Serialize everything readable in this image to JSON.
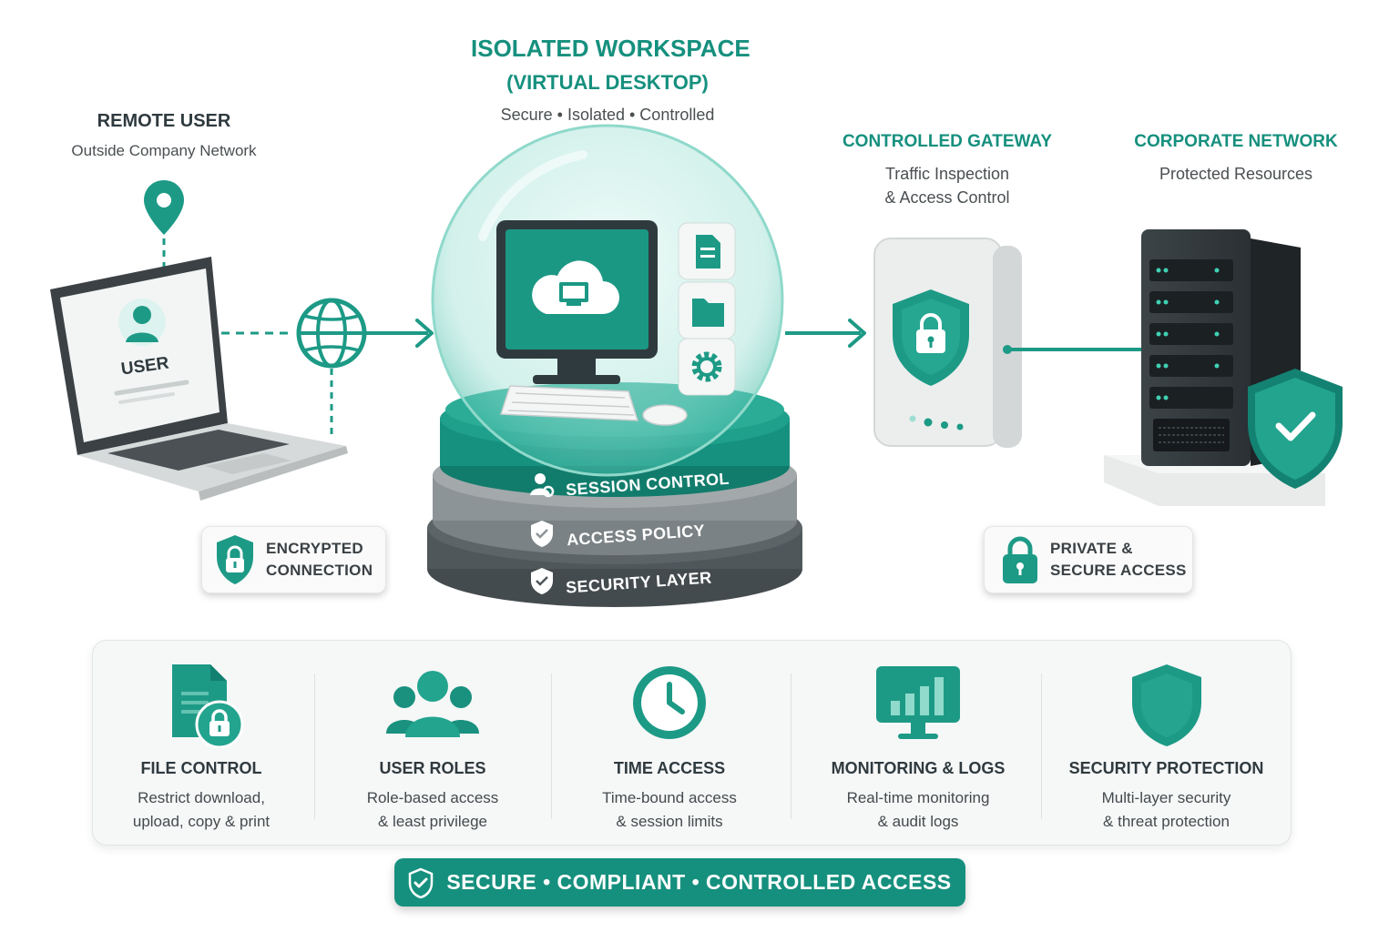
{
  "remote_user": {
    "title": "REMOTE USER",
    "subtitle": "Outside Company Network",
    "screen_label": "USER"
  },
  "workspace": {
    "title_line1": "ISOLATED WORKSPACE",
    "title_line2": "(VIRTUAL DESKTOP)",
    "subtitle": "Secure • Isolated • Controlled"
  },
  "gateway": {
    "title": "CONTROLLED GATEWAY",
    "subtitle_line1": "Traffic Inspection",
    "subtitle_line2": "& Access Control"
  },
  "corporate": {
    "title": "CORPORATE NETWORK",
    "subtitle": "Protected Resources"
  },
  "layers": {
    "session": "SESSION CONTROL",
    "access": "ACCESS POLICY",
    "security": "SECURITY LAYER"
  },
  "badges": {
    "encrypted": {
      "line1": "ENCRYPTED",
      "line2": "CONNECTION"
    },
    "private": {
      "line1": "PRIVATE &",
      "line2": "SECURE ACCESS"
    }
  },
  "features": [
    {
      "title": "FILE CONTROL",
      "line1": "Restrict download,",
      "line2": "upload, copy & print",
      "icon": "file-lock-icon"
    },
    {
      "title": "USER ROLES",
      "line1": "Role-based access",
      "line2": "& least privilege",
      "icon": "users-icon"
    },
    {
      "title": "TIME ACCESS",
      "line1": "Time-bound access",
      "line2": "& session limits",
      "icon": "clock-icon"
    },
    {
      "title": "MONITORING & LOGS",
      "line1": "Real-time monitoring",
      "line2": "& audit logs",
      "icon": "monitor-chart-icon"
    },
    {
      "title": "SECURITY PROTECTION",
      "line1": "Multi-layer security",
      "line2": "& threat protection",
      "icon": "shield-icon"
    }
  ],
  "footer": {
    "label": "SECURE • COMPLIANT • CONTROLLED ACCESS"
  },
  "colors": {
    "teal": "#16907e",
    "dark": "#2f3a3f",
    "gray": "#8a8e90"
  }
}
